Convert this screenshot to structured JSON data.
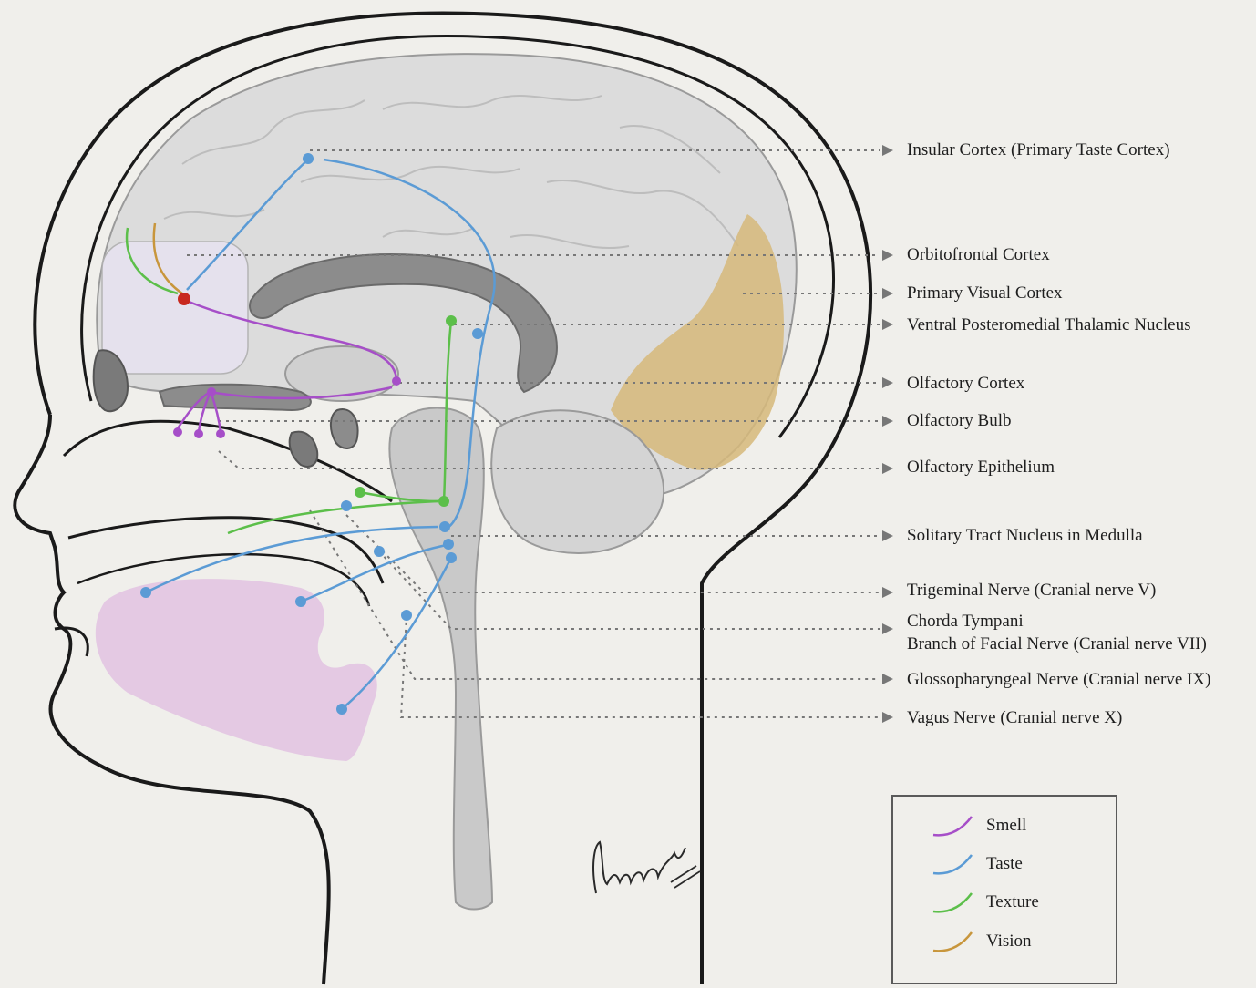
{
  "labels": {
    "insular_cortex": "Insular Cortex (Primary Taste Cortex)",
    "orbitofrontal_cortex": "Orbitofrontal Cortex",
    "primary_visual_cortex": "Primary Visual Cortex",
    "vpm_thalamic_nucleus": "Ventral Posteromedial Thalamic Nucleus",
    "olfactory_cortex": "Olfactory Cortex",
    "olfactory_bulb": "Olfactory Bulb",
    "olfactory_epithelium": "Olfactory Epithelium",
    "solitary_tract_nucleus": "Solitary Tract Nucleus in Medulla",
    "trigeminal_nerve": "Trigeminal Nerve (Cranial nerve V)",
    "chorda_tympani_line1": "Chorda Tympani",
    "chorda_tympani_line2": "Branch of Facial Nerve (Cranial nerve VII)",
    "glossopharyngeal_nerve": "Glossopharyngeal Nerve (Cranial nerve IX)",
    "vagus_nerve": "Vagus Nerve (Cranial nerve X)"
  },
  "legend": {
    "items": [
      {
        "label": "Smell",
        "color": "#a64ec8"
      },
      {
        "label": "Taste",
        "color": "#5b9bd5"
      },
      {
        "label": "Texture",
        "color": "#5cbf4a"
      },
      {
        "label": "Vision",
        "color": "#c8963c"
      }
    ]
  },
  "colors": {
    "smell": "#a64ec8",
    "taste": "#5b9bd5",
    "texture": "#5cbf4a",
    "vision": "#c8963c",
    "convergence_node": "#c8281e",
    "visual_cortex": "#d6b87a",
    "tongue": "#e2c4e2",
    "brain": "#dcdcdc",
    "corpus_callosum": "#8c8c8c"
  },
  "signature": "Lusivun.V.P"
}
